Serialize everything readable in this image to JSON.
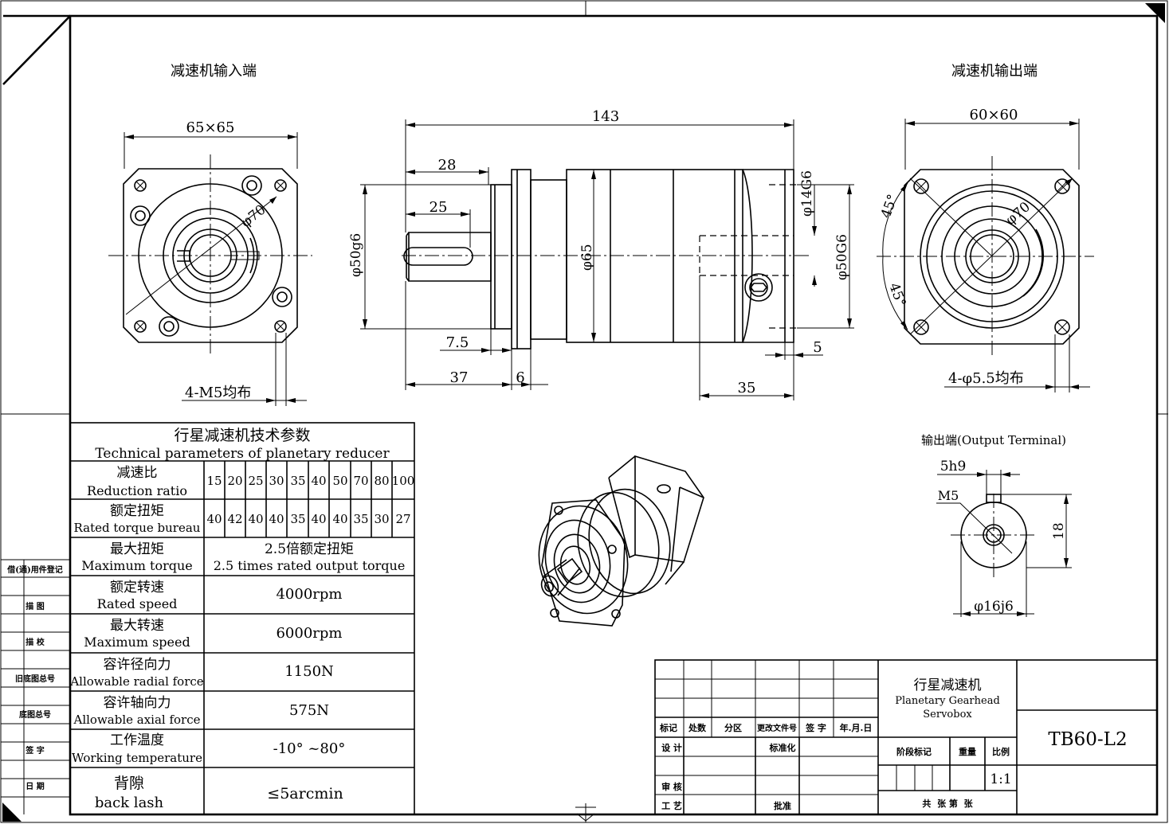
{
  "views": {
    "input_title": "减速机输入端",
    "output_title": "减速机输出端",
    "output_terminal_title": "输出端(Output Terminal)"
  },
  "dimensions": {
    "input_flange": "65×65",
    "input_pcd": "φ70",
    "input_holes": "4-M5均布",
    "overall_length": "143",
    "d_28": "28",
    "d_25": "25",
    "d_7_5": "7.5",
    "d_37": "37",
    "d_6": "6",
    "d_35": "35",
    "d_5": "5",
    "pilot": "φ50g6",
    "body": "φ65",
    "shaft": "φ14G6",
    "bore": "φ50G6",
    "output_flange": "60×60",
    "output_pcd": "φ70",
    "angle_top": "45°",
    "angle_bottom": "45°",
    "output_holes": "4-φ5.5均布",
    "key": "5h9",
    "thread": "M5",
    "key_height": "18",
    "shaft_end": "φ16j6"
  },
  "spec_table": {
    "title_cn": "行星减速机技术参数",
    "title_en": "Technical parameters of planetary reducer",
    "rows": [
      {
        "cn": "减速比",
        "en": "Reduction ratio"
      },
      {
        "cn": "额定扭矩",
        "en": "Rated torque bureau"
      },
      {
        "cn": "最大扭矩",
        "en": "Maximum torque",
        "value_cn": "2.5倍额定扭矩",
        "value_en": "2.5 times rated output torque"
      },
      {
        "cn": "额定转速",
        "en": "Rated speed",
        "value": "4000rpm"
      },
      {
        "cn": "最大转速",
        "en": "Maximum speed",
        "value": "6000rpm"
      },
      {
        "cn": "容许径向力",
        "en": "Allowable radial force",
        "value": "1150N"
      },
      {
        "cn": "容许轴向力",
        "en": "Allowable axial force",
        "value": "575N"
      },
      {
        "cn": "工作温度",
        "en": "Working temperature",
        "value": "-10° ~80°"
      },
      {
        "cn": "背隙",
        "en": "back lash",
        "value": "≤5arcmin"
      }
    ],
    "ratios": [
      "15",
      "20",
      "25",
      "30",
      "35",
      "40",
      "50",
      "70",
      "80",
      "100"
    ],
    "torques": [
      "40",
      "42",
      "40",
      "40",
      "35",
      "40",
      "40",
      "35",
      "30",
      "27"
    ]
  },
  "left_strip": [
    "借(通)用件登记",
    "描 图",
    "描 校",
    "旧底图总号",
    "底图总号",
    "签 字",
    "日 期"
  ],
  "title_block": {
    "name_cn": "行星减速机",
    "name_en1": "Planetary Gearhead",
    "name_en2": "Servobox",
    "drawing_no": "TB60-L2",
    "scale": "1:1",
    "col_labels": [
      "标记",
      "处数",
      "分区",
      "更改文件号",
      "签 字",
      "年.月.日"
    ],
    "row_labels": [
      "设 计",
      "标准化",
      "审 核",
      "工 艺",
      "批准"
    ],
    "stage_label": "阶段标记",
    "weight_label": "重量",
    "scale_label": "比例",
    "sheets_label": "共  张 第  张"
  }
}
